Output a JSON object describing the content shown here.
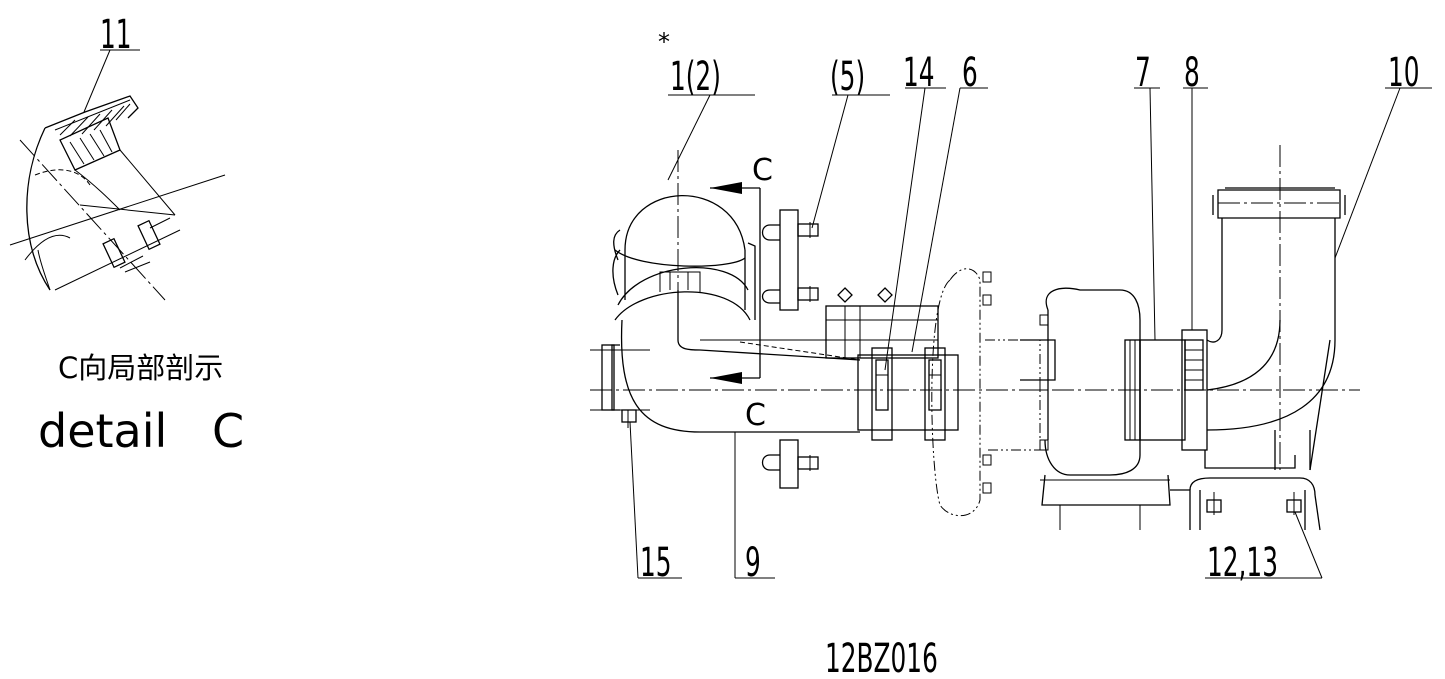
{
  "callouts": {
    "c11": "11",
    "c1_2": "1(2)",
    "c1_mark": "*",
    "c5": "(5)",
    "c14": "14",
    "c6": "6",
    "c7": "7",
    "c8": "8",
    "c10": "10",
    "c15": "15",
    "c9": "9",
    "c12_13": "12,13"
  },
  "section_marks": {
    "upper": "C",
    "lower": "C"
  },
  "detail": {
    "cn_label": "C向局部剖示",
    "en_word": "detail",
    "en_letter": "C"
  },
  "drawing_number": "12BZ016"
}
